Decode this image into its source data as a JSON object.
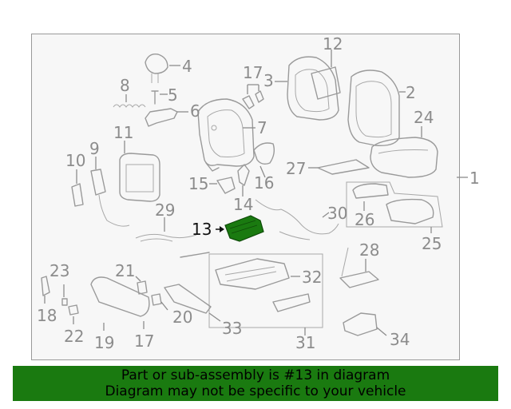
{
  "diagram": {
    "callouts": {
      "c1": "1",
      "c2": "2",
      "c3": "3",
      "c4": "4",
      "c5": "5",
      "c6": "6",
      "c7": "7",
      "c8": "8",
      "c9": "9",
      "c10": "10",
      "c11": "11",
      "c12": "12",
      "c13": "13",
      "c14": "14",
      "c15": "15",
      "c16": "16",
      "c17a": "17",
      "c17b": "17",
      "c18": "18",
      "c19": "19",
      "c20": "20",
      "c21": "21",
      "c22": "22",
      "c23": "23",
      "c24": "24",
      "c25": "25",
      "c26": "26",
      "c27": "27",
      "c28": "28",
      "c29": "29",
      "c30": "30",
      "c31": "31",
      "c32": "32",
      "c33": "33",
      "c34": "34"
    },
    "highlight_part": "13",
    "highlight_color": "#1a7a10"
  },
  "banner": {
    "line1": "Part or sub-assembly is #13 in diagram",
    "line2": "Diagram may not be specific to your vehicle",
    "background": "#1a7a10"
  }
}
